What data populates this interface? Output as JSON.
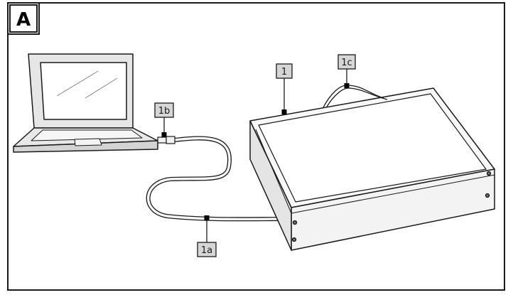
{
  "panel": {
    "letter": "A"
  },
  "callouts": {
    "device": "1",
    "cable": "1a",
    "usb_plug": "1b",
    "rear_cable": "1c"
  }
}
